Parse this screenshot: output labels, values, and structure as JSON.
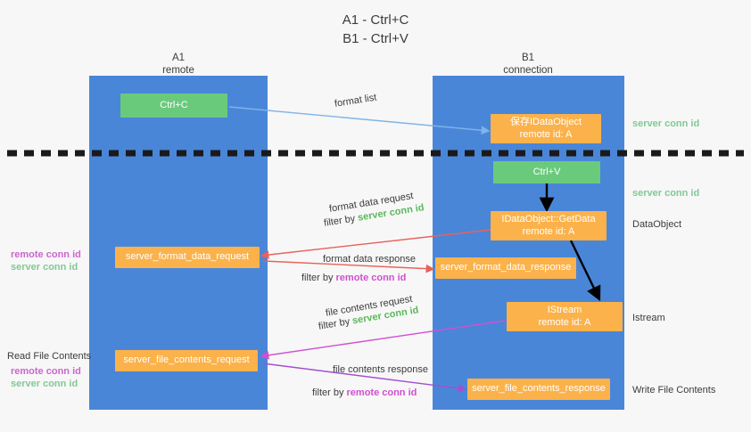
{
  "title": {
    "line1": "A1 - Ctrl+C",
    "line2": "B1 - Ctrl+V"
  },
  "lanes": [
    {
      "name": "A1",
      "subtitle": "remote"
    },
    {
      "name": "B1",
      "subtitle": "connection"
    }
  ],
  "nodes": {
    "ctrl_c": {
      "label": "Ctrl+C"
    },
    "save_idataobject": {
      "label": "保存IDataObject",
      "sub": "remote id: A"
    },
    "ctrl_v": {
      "label": "Ctrl+V"
    },
    "getdata": {
      "label": "IDataObject::GetData",
      "sub": "remote id: A"
    },
    "server_format_data_request": {
      "label": "server_format_data_request"
    },
    "server_format_data_response": {
      "label": "server_format_data_response"
    },
    "istream": {
      "label": "IStream",
      "sub": "remote id: A"
    },
    "server_file_contents_request": {
      "label": "server_file_contents_request"
    },
    "server_file_contents_response": {
      "label": "server_file_contents_response"
    }
  },
  "edge_labels": {
    "format_list": "format list",
    "format_data_request": "format data request",
    "format_data_request_filter_prefix": "filter by ",
    "format_data_request_filter_value": "server conn id",
    "format_data_response": "format data response",
    "format_data_response_filter_prefix": "filter by ",
    "format_data_response_filter_value": "remote conn id",
    "file_contents_request": "file contents request",
    "file_contents_request_filter_prefix": "filter by ",
    "file_contents_request_filter_value": "server conn id",
    "file_contents_response": "file contents response",
    "file_contents_response_filter_prefix": "filter by ",
    "file_contents_response_filter_value": "remote conn id"
  },
  "right_labels": {
    "server_conn_id_top": "server conn id",
    "server_conn_id_mid": "server conn id",
    "dataobject": "DataObject",
    "istream": "Istream",
    "write_file_contents": "Write File Contents"
  },
  "left_labels": {
    "remote_conn_id_1": "remote conn id",
    "server_conn_id_1": "server conn id",
    "read_file_contents": "Read File Contents",
    "remote_conn_id_2": "remote conn id",
    "server_conn_id_2": "server conn id"
  },
  "colors": {
    "lane": "#4a86d8",
    "node_green": "#6aca7c",
    "node_orange": "#fbb24a",
    "arrow_blue": "#7fb4e8",
    "arrow_black": "#000000",
    "arrow_red": "#e8615a",
    "arrow_magenta": "#d14fd1",
    "arrow_purple": "#a24fd1",
    "divider": "#1a1a1a",
    "text_green": "#5cb85c",
    "text_pink": "#cc66cc"
  }
}
